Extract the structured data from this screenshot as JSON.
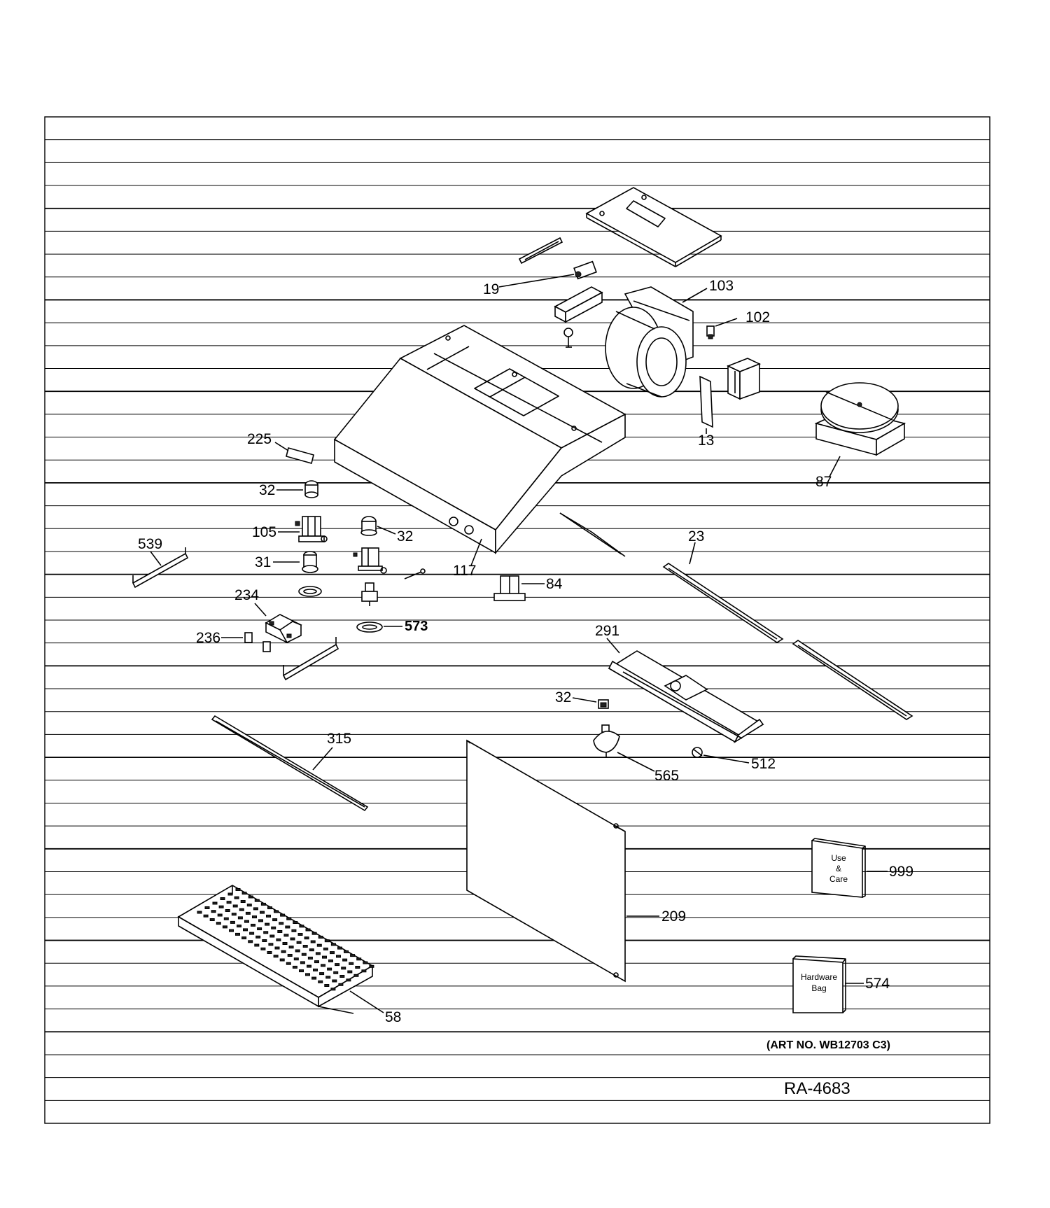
{
  "callouts": {
    "c19": "19",
    "c103": "103",
    "c102": "102",
    "c13": "13",
    "c87": "87",
    "c225": "225",
    "c32a": "32",
    "c105": "105",
    "c32b": "32",
    "c539": "539",
    "c31": "31",
    "c117": "117",
    "c84": "84",
    "c23": "23",
    "c234": "234",
    "c573": "573",
    "c236": "236",
    "c291": "291",
    "c32c": "32",
    "c315": "315",
    "c565": "565",
    "c512": "512",
    "c999": "999",
    "c209": "209",
    "c574": "574",
    "c58": "58"
  },
  "boxes": {
    "use_care": [
      "Use",
      "&",
      "Care"
    ],
    "hardware_bag": [
      "Hardware",
      "Bag"
    ]
  },
  "footer": {
    "art_no": "(ART NO. WB12703 C3)",
    "ra_code": "RA-4683"
  }
}
